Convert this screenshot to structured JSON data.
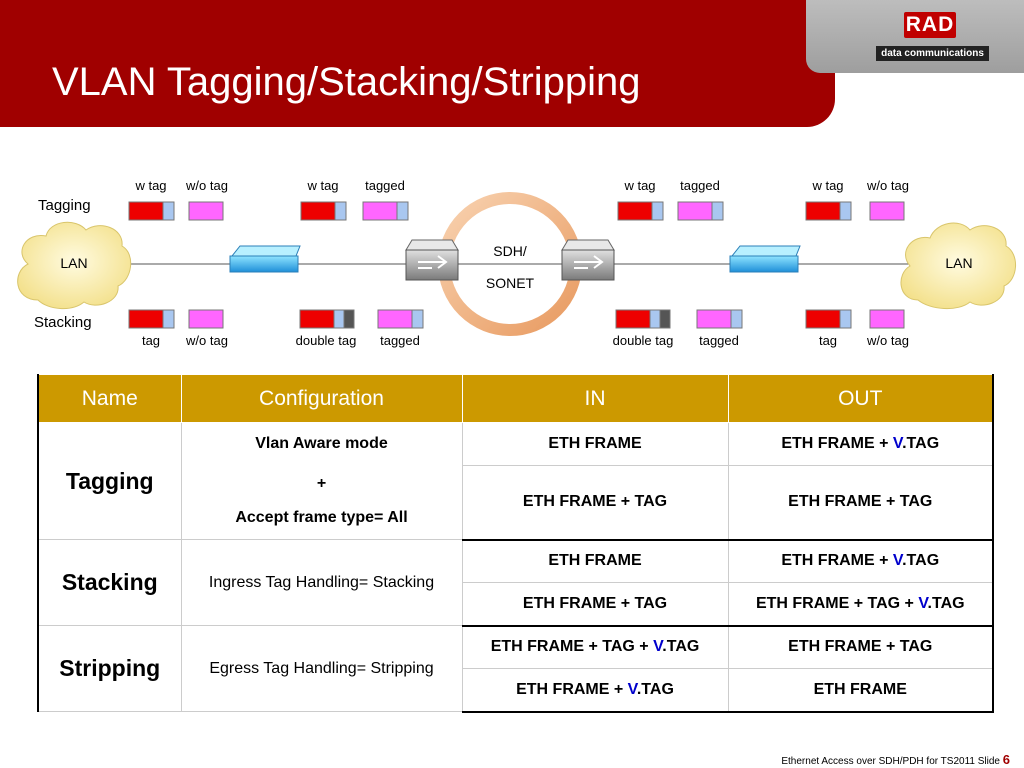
{
  "title": "VLAN Tagging/Stacking/Stripping",
  "logo": {
    "brand": "RAD",
    "tagline": "data communications"
  },
  "colors": {
    "header": "#a00000",
    "table_header": "#cc9900",
    "v_highlight": "#0000cc"
  },
  "diagram": {
    "row_labels": {
      "tagging": "Tagging",
      "stacking": "Stacking"
    },
    "lan_left": "LAN",
    "lan_right": "LAN",
    "ring_line1": "SDH/",
    "ring_line2": "SONET",
    "tagging_labels": [
      "w tag",
      "w/o tag",
      "w tag",
      "tagged",
      "w tag",
      "tagged",
      "w tag",
      "w/o tag"
    ],
    "stacking_labels": [
      "tag",
      "w/o tag",
      "double tag",
      "tagged",
      "double tag",
      "tagged",
      "tag",
      "w/o tag"
    ],
    "icons": [
      "cloud-icon",
      "switch-icon",
      "router-icon",
      "ring-icon",
      "frame-icon"
    ]
  },
  "table": {
    "headers": [
      "Name",
      "Configuration",
      "IN",
      "OUT"
    ],
    "groups": [
      {
        "name": "Tagging",
        "config": [
          "Vlan Aware mode",
          "+",
          "Accept frame type= All"
        ],
        "rows": [
          {
            "in": "ETH FRAME",
            "out": {
              "pre": "ETH FRAME + ",
              "v": "V",
              "post": ".TAG"
            }
          },
          {
            "in": "ETH FRAME + TAG",
            "out": "ETH FRAME + TAG"
          }
        ]
      },
      {
        "name": "Stacking",
        "config": "Ingress Tag Handling= Stacking",
        "rows": [
          {
            "in": "ETH FRAME",
            "out": {
              "pre": "ETH FRAME + ",
              "v": "V",
              "post": ".TAG"
            }
          },
          {
            "in": "ETH FRAME + TAG",
            "out": {
              "pre": "ETH FRAME + TAG + ",
              "v": "V",
              "post": ".TAG"
            }
          }
        ]
      },
      {
        "name": "Stripping",
        "config": "Egress Tag Handling= Stripping",
        "rows": [
          {
            "in": {
              "pre": "ETH FRAME + TAG + ",
              "v": "V",
              "post": ".TAG"
            },
            "out": "ETH FRAME + TAG"
          },
          {
            "in": {
              "pre": "ETH FRAME + ",
              "v": "V",
              "post": ".TAG"
            },
            "out": "ETH FRAME"
          }
        ]
      }
    ]
  },
  "footer": {
    "text": "Ethernet Access over SDH/PDH for TS2011  Slide ",
    "slide_number": "6"
  }
}
